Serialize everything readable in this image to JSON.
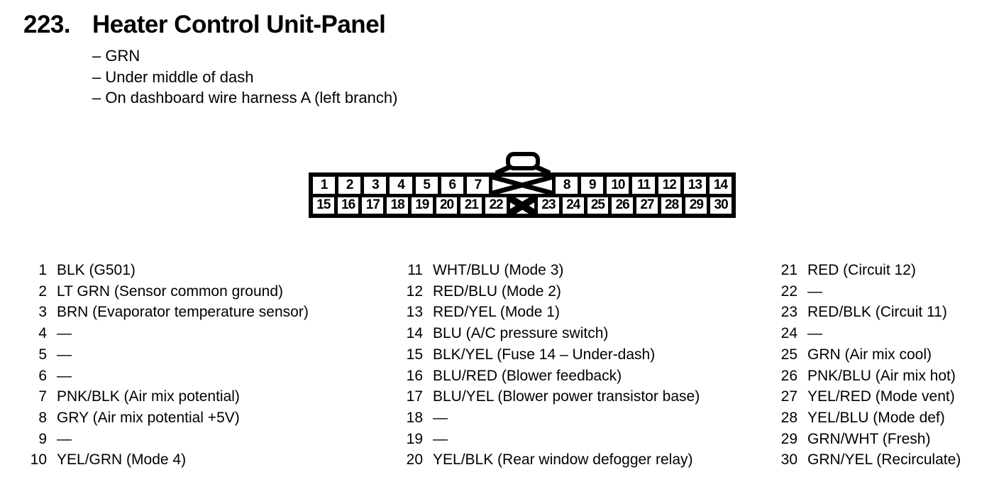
{
  "title": {
    "number": "223.",
    "text": "Heater Control Unit-Panel"
  },
  "notes": [
    "– GRN",
    "– Under middle of dash",
    "– On dashboard wire harness A (left branch)"
  ],
  "connector": {
    "top_left": [
      "1",
      "2",
      "3",
      "4",
      "5",
      "6",
      "7"
    ],
    "top_right": [
      "8",
      "9",
      "10",
      "11",
      "12",
      "13",
      "14"
    ],
    "bottom_left": [
      "15",
      "16",
      "17",
      "18",
      "19",
      "20",
      "21",
      "22"
    ],
    "bottom_right": [
      "23",
      "24",
      "25",
      "26",
      "27",
      "28",
      "29",
      "30"
    ]
  },
  "pins": {
    "column1": [
      {
        "num": "1",
        "desc": "BLK (G501)"
      },
      {
        "num": "2",
        "desc": "LT GRN (Sensor common ground)"
      },
      {
        "num": "3",
        "desc": "BRN (Evaporator temperature sensor)"
      },
      {
        "num": "4",
        "desc": "—"
      },
      {
        "num": "5",
        "desc": "—"
      },
      {
        "num": "6",
        "desc": "—"
      },
      {
        "num": "7",
        "desc": "PNK/BLK (Air mix potential)"
      },
      {
        "num": "8",
        "desc": "GRY (Air mix potential +5V)"
      },
      {
        "num": "9",
        "desc": "—"
      },
      {
        "num": "10",
        "desc": "YEL/GRN (Mode 4)"
      }
    ],
    "column2": [
      {
        "num": "11",
        "desc": "WHT/BLU (Mode 3)"
      },
      {
        "num": "12",
        "desc": "RED/BLU (Mode 2)"
      },
      {
        "num": "13",
        "desc": "RED/YEL (Mode 1)"
      },
      {
        "num": "14",
        "desc": "BLU (A/C pressure switch)"
      },
      {
        "num": "15",
        "desc": "BLK/YEL (Fuse 14 – Under-dash)"
      },
      {
        "num": "16",
        "desc": "BLU/RED (Blower feedback)"
      },
      {
        "num": "17",
        "desc": "BLU/YEL (Blower power transistor base)"
      },
      {
        "num": "18",
        "desc": "—"
      },
      {
        "num": "19",
        "desc": "—"
      },
      {
        "num": "20",
        "desc": "YEL/BLK (Rear window defogger relay)"
      }
    ],
    "column3": [
      {
        "num": "21",
        "desc": "RED (Circuit 12)"
      },
      {
        "num": "22",
        "desc": "—"
      },
      {
        "num": "23",
        "desc": "RED/BLK (Circuit 11)"
      },
      {
        "num": "24",
        "desc": "—"
      },
      {
        "num": "25",
        "desc": "GRN (Air mix cool)"
      },
      {
        "num": "26",
        "desc": "PNK/BLU (Air mix hot)"
      },
      {
        "num": "27",
        "desc": "YEL/RED (Mode vent)"
      },
      {
        "num": "28",
        "desc": "YEL/BLU (Mode def)"
      },
      {
        "num": "29",
        "desc": "GRN/WHT (Fresh)"
      },
      {
        "num": "30",
        "desc": "GRN/YEL (Recirculate)"
      }
    ]
  },
  "colors": {
    "ink": "#000000",
    "paper": "#ffffff"
  }
}
